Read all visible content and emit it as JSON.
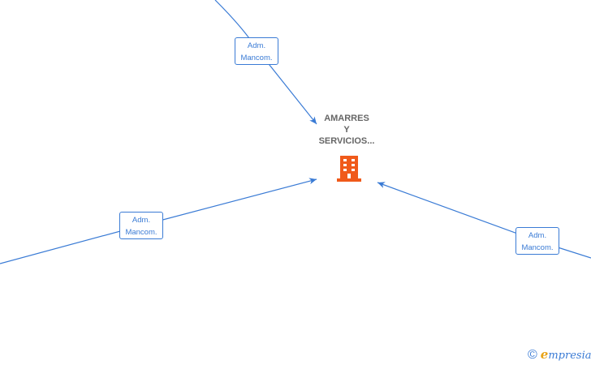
{
  "colors": {
    "edge": "#3a7bd5",
    "node_text": "#666666",
    "company_icon": "#f05a1a",
    "brand_accent": "#e8a317"
  },
  "center_node": {
    "name_lines": [
      "AMARRES",
      "Y",
      "SERVICIOS..."
    ],
    "icon": "building-icon"
  },
  "relations": [
    {
      "label_lines": [
        "Adm.",
        "Mancom."
      ]
    },
    {
      "label_lines": [
        "Adm.",
        "Mancom."
      ]
    },
    {
      "label_lines": [
        "Adm.",
        "Mancom."
      ]
    }
  ],
  "watermark": {
    "copyright": "©",
    "brand_first": "e",
    "brand_rest": "mpresia",
    "brand_icon": "empresia-logo"
  }
}
